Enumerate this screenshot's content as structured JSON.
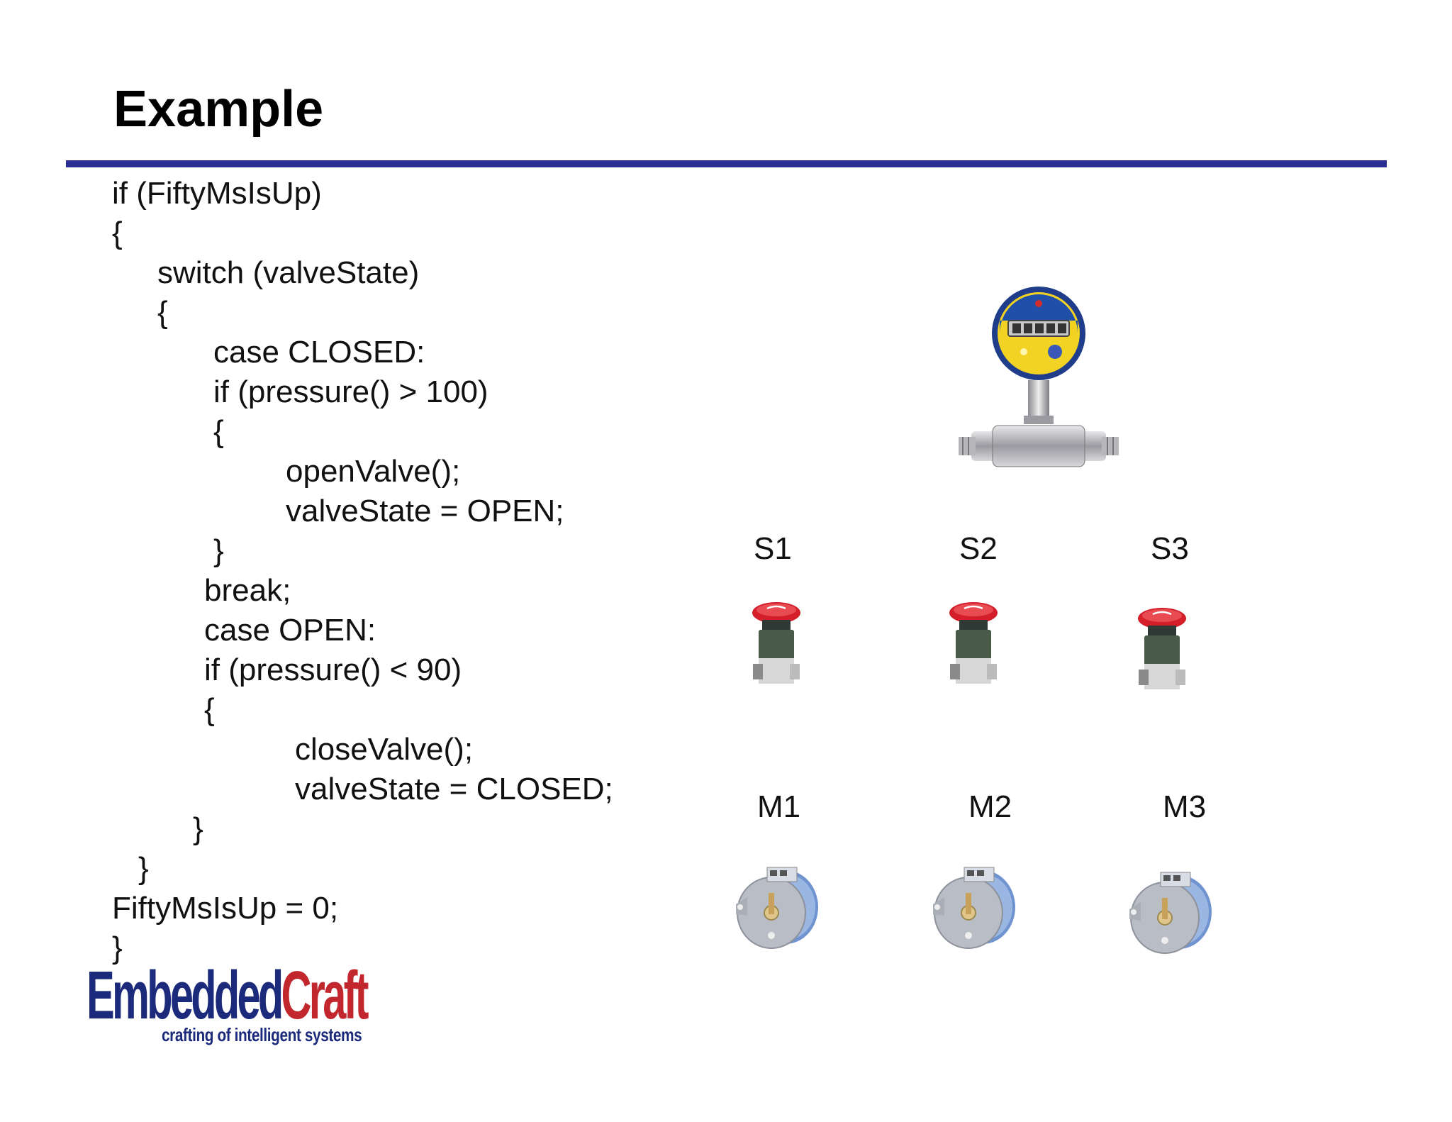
{
  "slide": {
    "title": "Example"
  },
  "code": [
    "if (FiftyMsIsUp)",
    "{",
    "switch (valveState)",
    "{",
    "case CLOSED:",
    "if (pressure() > 100)",
    "{",
    "openValve();",
    "valveState = OPEN;",
    "}",
    "break;",
    "case OPEN:",
    "if (pressure() < 90)",
    "{",
    "closeValve();",
    "valveState = CLOSED;",
    "}",
    "}",
    "FiftyMsIsUp = 0;",
    "}"
  ],
  "devices": {
    "pressure_sensor_icon": "pressure-gauge-icon",
    "switches": [
      {
        "label": "S1",
        "icon": "emergency-stop-button-icon"
      },
      {
        "label": "S2",
        "icon": "emergency-stop-button-icon"
      },
      {
        "label": "S3",
        "icon": "emergency-stop-button-icon"
      }
    ],
    "motors": [
      {
        "label": "M1",
        "icon": "stepper-motor-icon"
      },
      {
        "label": "M2",
        "icon": "stepper-motor-icon"
      },
      {
        "label": "M3",
        "icon": "stepper-motor-icon"
      }
    ]
  },
  "logo": {
    "brand_part1": "Embedded",
    "brand_part2": "Craft",
    "tagline": "crafting of intelligent systems"
  },
  "colors": {
    "rule": "#2d2e94",
    "logo_blue": "#1b2a7a",
    "logo_red": "#c1272d",
    "button_red": "#d41e2a"
  }
}
